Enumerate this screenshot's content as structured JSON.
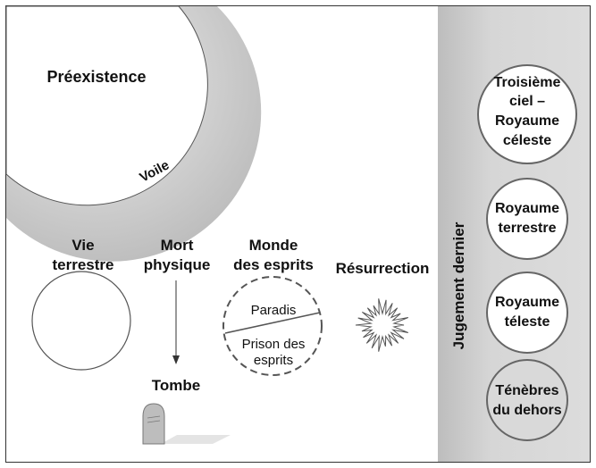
{
  "preexistence": "Préexistence",
  "veil": "Voile",
  "stages": {
    "earth_life": [
      "Vie",
      "terrestre"
    ],
    "physical_death": [
      "Mort",
      "physique"
    ],
    "spirit_world": [
      "Monde",
      "des esprits"
    ],
    "resurrection": "Résurrection"
  },
  "spirit_world_parts": {
    "paradise": "Paradis",
    "spirit_prison": [
      "Prison des",
      "esprits"
    ]
  },
  "grave": "Tombe",
  "final_judgment": "Jugement dernier",
  "kingdoms": [
    {
      "lines": [
        "Troisième",
        "ciel –",
        "Royaume",
        "céleste"
      ]
    },
    {
      "lines": [
        "Royaume",
        "terrestre"
      ]
    },
    {
      "lines": [
        "Royaume",
        "téleste"
      ]
    },
    {
      "lines": [
        "Ténèbres",
        "du dehors"
      ]
    }
  ],
  "colors": {
    "veil_ring": "#c8c8c8",
    "judgment_band": "#d2d2d2",
    "outer_darkness_fill": "#d9d9d9",
    "stroke": "#555555"
  }
}
